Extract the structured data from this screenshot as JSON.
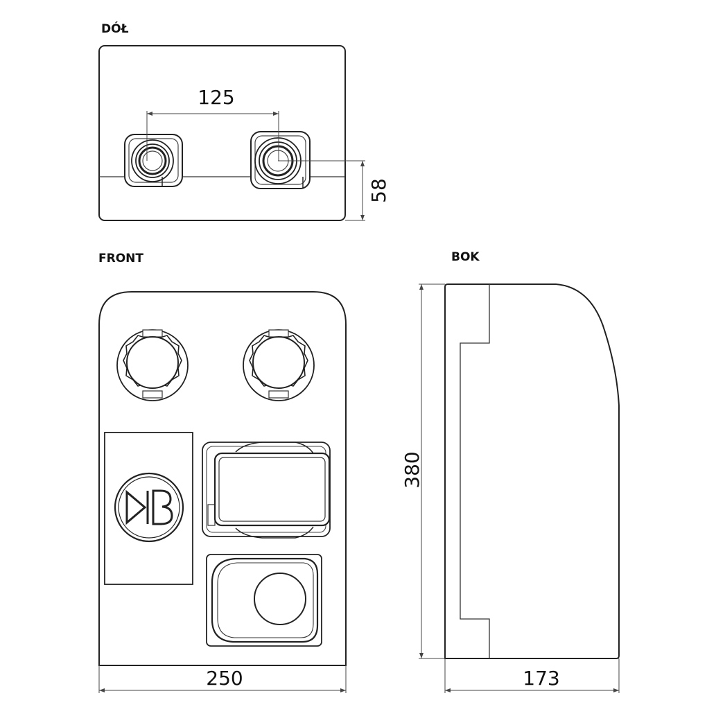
{
  "views": {
    "bottom": {
      "title": "DÓŁ"
    },
    "front": {
      "title": "FRONT"
    },
    "side": {
      "title": "BOK"
    }
  },
  "dimensions": {
    "pipe_spacing": "125",
    "pipe_height": "58",
    "height": "380",
    "width": "250",
    "depth": "173"
  },
  "colors": {
    "line": "#222222",
    "background": "#ffffff"
  },
  "logo": {
    "icon": "db-logo-icon"
  }
}
